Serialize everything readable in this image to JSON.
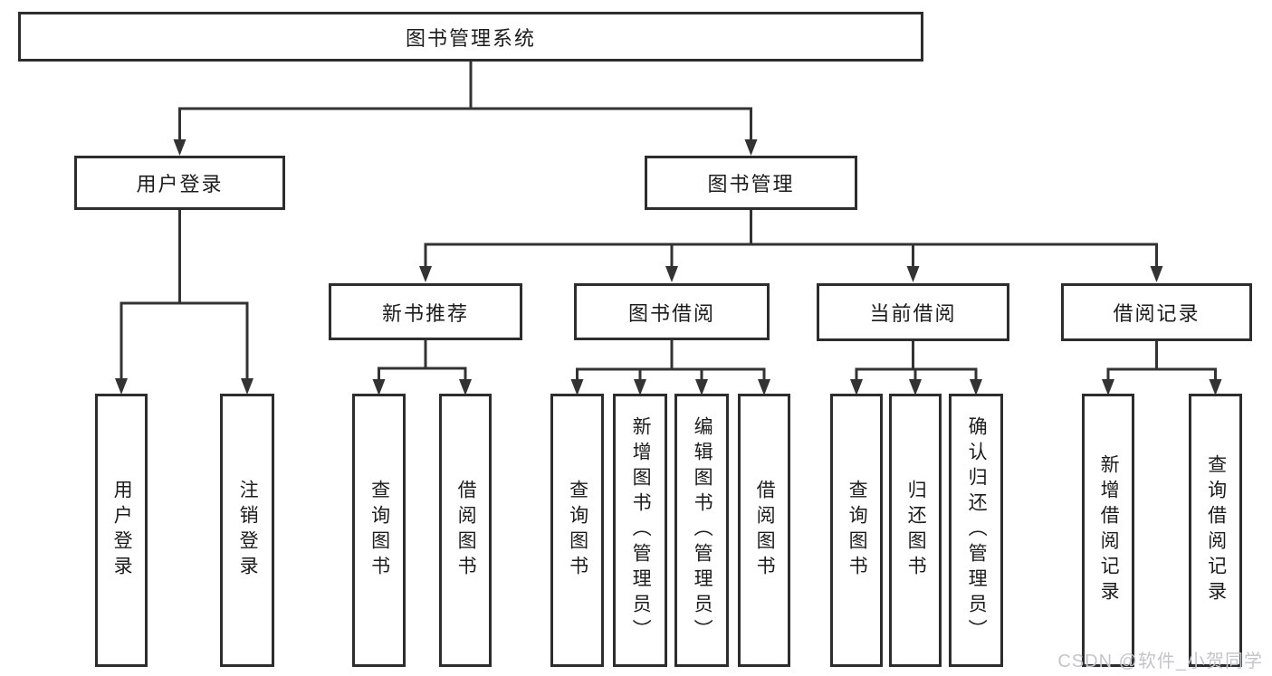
{
  "nodes": {
    "root": {
      "label": "图书管理系统"
    },
    "user_login": {
      "label": "用户登录",
      "children": [
        {
          "label": "用户登录"
        },
        {
          "label": "注销登录"
        }
      ]
    },
    "book_mgmt": {
      "label": "图书管理"
    },
    "new_book": {
      "label": "新书推荐",
      "children": [
        {
          "label": "查询图书"
        },
        {
          "label": "借阅图书"
        }
      ]
    },
    "book_borrow": {
      "label": "图书借阅",
      "children": [
        {
          "label": "查询图书"
        },
        {
          "label": "新增图书（管理员）"
        },
        {
          "label": "编辑图书（管理员）"
        },
        {
          "label": "借阅图书"
        }
      ]
    },
    "current_borrow": {
      "label": "当前借阅",
      "children": [
        {
          "label": "查询图书"
        },
        {
          "label": "归还图书"
        },
        {
          "label": "确认归还（管理员）"
        }
      ]
    },
    "borrow_record": {
      "label": "借阅记录",
      "children": [
        {
          "label": "新增借阅记录"
        },
        {
          "label": "查询借阅记录"
        }
      ]
    }
  },
  "watermark": {
    "text": "CSDN @软件_小贺同学"
  },
  "colors": {
    "line": "#333333",
    "box_border": "#2d2d2d",
    "text": "#1c1c1c",
    "watermark": "#c2c6ca",
    "background": "#ffffff"
  }
}
